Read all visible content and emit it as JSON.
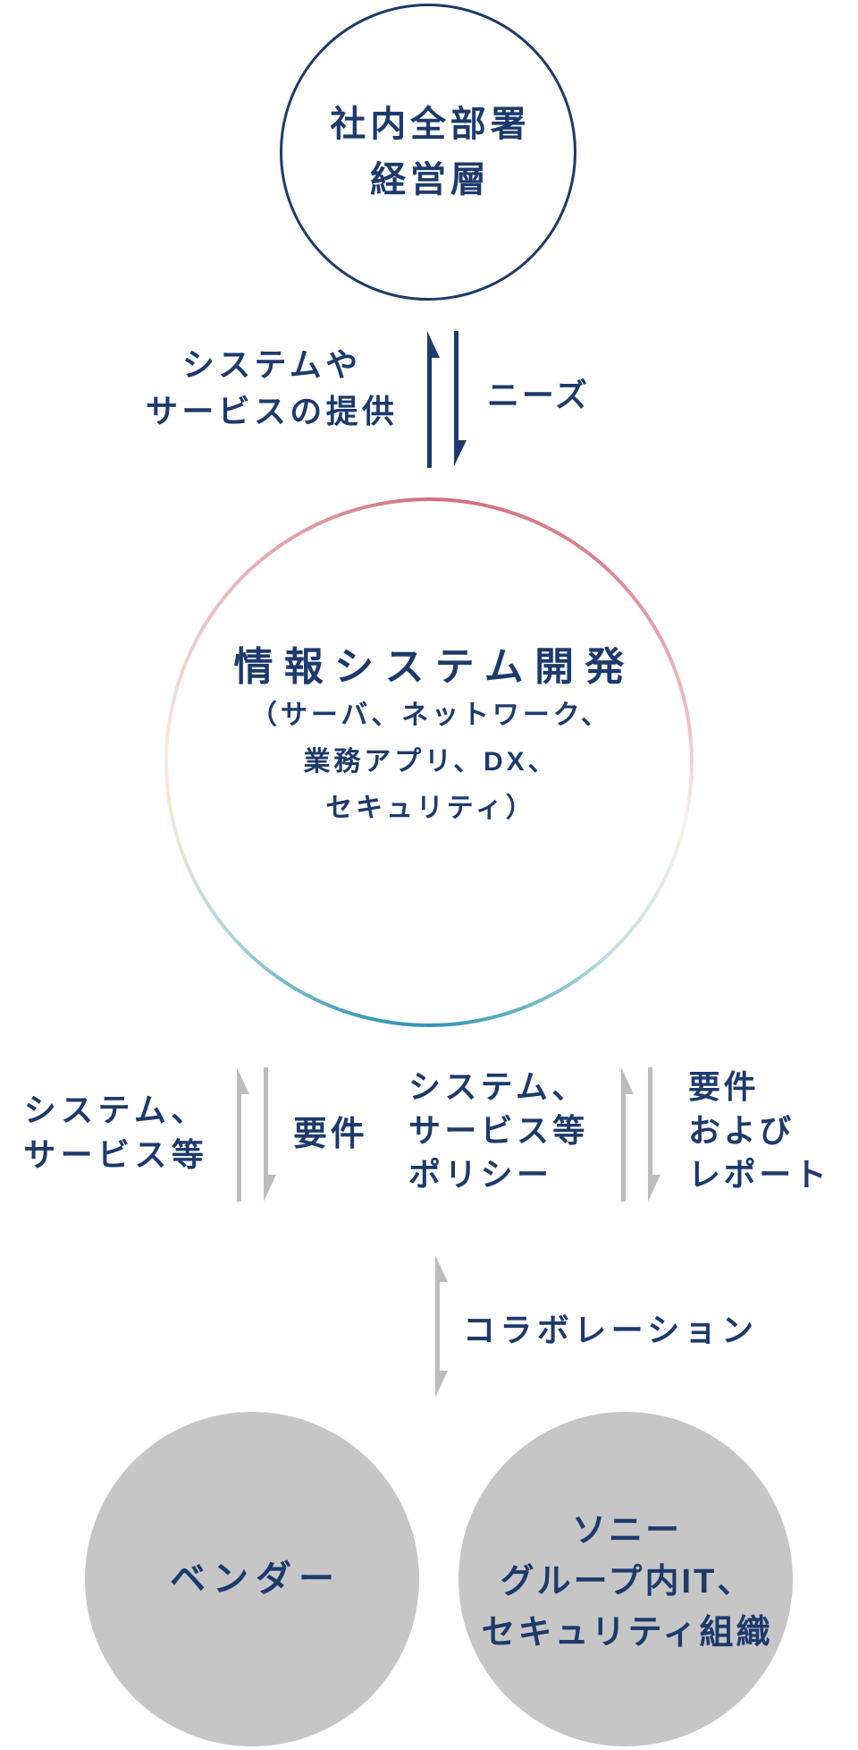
{
  "top_circle": {
    "line1": "社内全部署",
    "line2": "経営層"
  },
  "top_exchange": {
    "provide_line1": "システムや",
    "provide_line2": "サービスの提供",
    "needs": "ニーズ"
  },
  "center_circle": {
    "title": "情報システム開発",
    "sub1": "（サーバ、ネットワーク、",
    "sub2": "業務アプリ、DX、",
    "sub3": "セキュリティ）"
  },
  "vendor_exchange": {
    "out1": "システム、",
    "out2": "サービス等",
    "in1": "要件"
  },
  "group_exchange": {
    "out1": "システム、",
    "out2": "サービス等",
    "out3": "ポリシー",
    "in1": "要件",
    "in2": "および",
    "in3": "レポート"
  },
  "collaboration": {
    "label": "コラボレーション"
  },
  "bottom_left_circle": {
    "label": "ベンダー"
  },
  "bottom_right_circle": {
    "line1": "ソニー",
    "line2": "グループ内IT、",
    "line3": "セキュリティ組織"
  },
  "colors": {
    "text_navy": "#1d3a6c",
    "arrow_navy": "#1d3a6c",
    "arrow_gray": "#bcbcbc",
    "bottom_circle_gray": "#c6c6c6",
    "ring_pink_top": "#d16e80",
    "ring_teal_bottom": "#2f93b1",
    "ring_cream_left": "#f4efdc",
    "ring_white_right": "#f9f3ec"
  }
}
